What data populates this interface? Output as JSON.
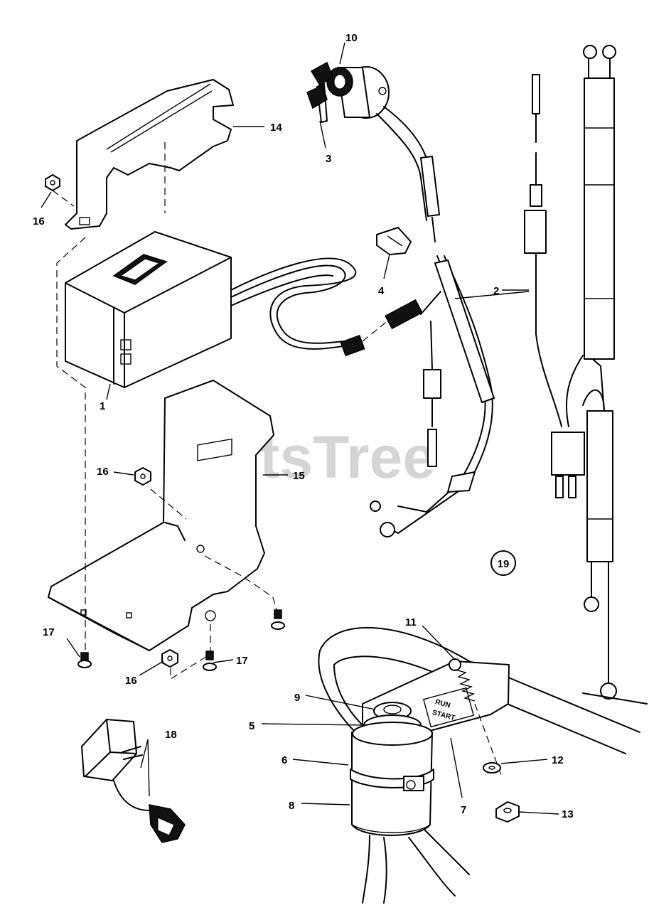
{
  "watermark": "PartsTree",
  "group_label": "19",
  "callouts": {
    "c1": "1",
    "c2": "2",
    "c3": "3",
    "c4": "4",
    "c5": "5",
    "c6": "6",
    "c7": "7",
    "c8": "8",
    "c9": "9",
    "c10": "10",
    "c11": "11",
    "c12": "12",
    "c13": "13",
    "c14": "14",
    "c15": "15",
    "c16a": "16",
    "c16b": "16",
    "c16c": "16",
    "c17a": "17",
    "c17b": "17",
    "c18": "18"
  },
  "decal_text": [
    "RUN",
    "START"
  ]
}
